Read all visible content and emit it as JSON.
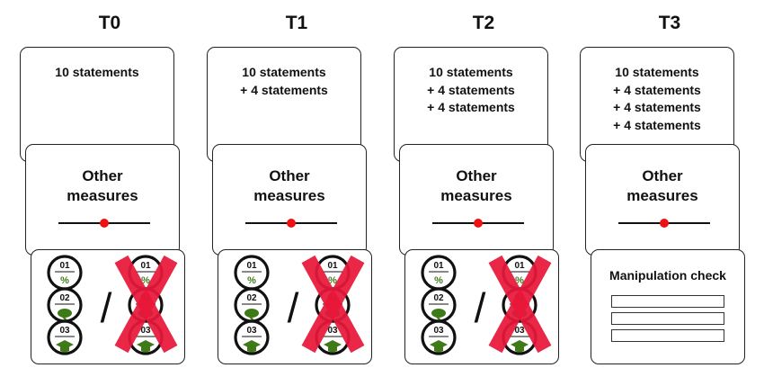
{
  "columns": [
    {
      "title": "T0",
      "statements": [
        "10 statements"
      ],
      "measures_line1": "Other",
      "measures_line2": "measures",
      "slider_value": 0.5,
      "bottom": "icons",
      "icons": [
        {
          "number": "01",
          "symbol": "%"
        },
        {
          "number": "02",
          "symbol": "leaf"
        },
        {
          "number": "03",
          "symbol": "graduation-cap"
        }
      ]
    },
    {
      "title": "T1",
      "statements": [
        "10 statements",
        "+ 4 statements"
      ],
      "measures_line1": "Other",
      "measures_line2": "measures",
      "slider_value": 0.5,
      "bottom": "icons",
      "icons": [
        {
          "number": "01",
          "symbol": "%"
        },
        {
          "number": "02",
          "symbol": "leaf"
        },
        {
          "number": "03",
          "symbol": "graduation-cap"
        }
      ]
    },
    {
      "title": "T2",
      "statements": [
        "10 statements",
        "+ 4 statements",
        "+ 4 statements"
      ],
      "measures_line1": "Other",
      "measures_line2": "measures",
      "slider_value": 0.5,
      "bottom": "icons",
      "icons": [
        {
          "number": "01",
          "symbol": "%"
        },
        {
          "number": "02",
          "symbol": "leaf"
        },
        {
          "number": "03",
          "symbol": "graduation-cap"
        }
      ]
    },
    {
      "title": "T3",
      "statements": [
        "10 statements",
        "+ 4 statements",
        "+ 4 statements",
        "+ 4 statements"
      ],
      "measures_line1": "Other",
      "measures_line2": "measures",
      "slider_value": 0.5,
      "bottom": "manipulation",
      "manipulation_title": "Manipulation check",
      "manipulation_fields": 3
    }
  ],
  "separator": "/",
  "colors": {
    "accent_red": "#e8173a",
    "slider_red": "#ee1111",
    "icon_green": "#3f7a18",
    "border": "#222222"
  }
}
